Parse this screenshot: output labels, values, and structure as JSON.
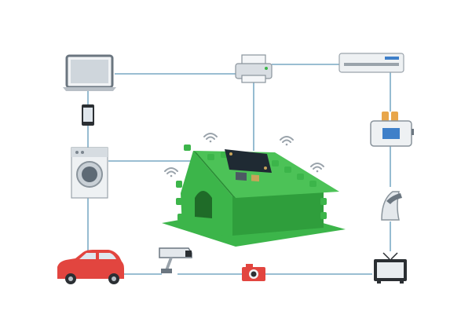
{
  "diagram": {
    "type": "smart-home-iot-network",
    "center": "green-house-with-iot-board",
    "wifi_signals": 4,
    "devices": [
      "laptop",
      "smartphone",
      "washing-machine",
      "car",
      "security-camera",
      "camera",
      "television",
      "iron",
      "toaster",
      "air-conditioner",
      "printer"
    ]
  },
  "colors": {
    "connector": "#8bb4cc",
    "house_green": "#3cb54a",
    "house_dark": "#2a8f35",
    "car_red": "#e2453f",
    "board": "#1f2a33",
    "device_gray": "#dfe3e7",
    "device_outline": "#6b7680"
  }
}
